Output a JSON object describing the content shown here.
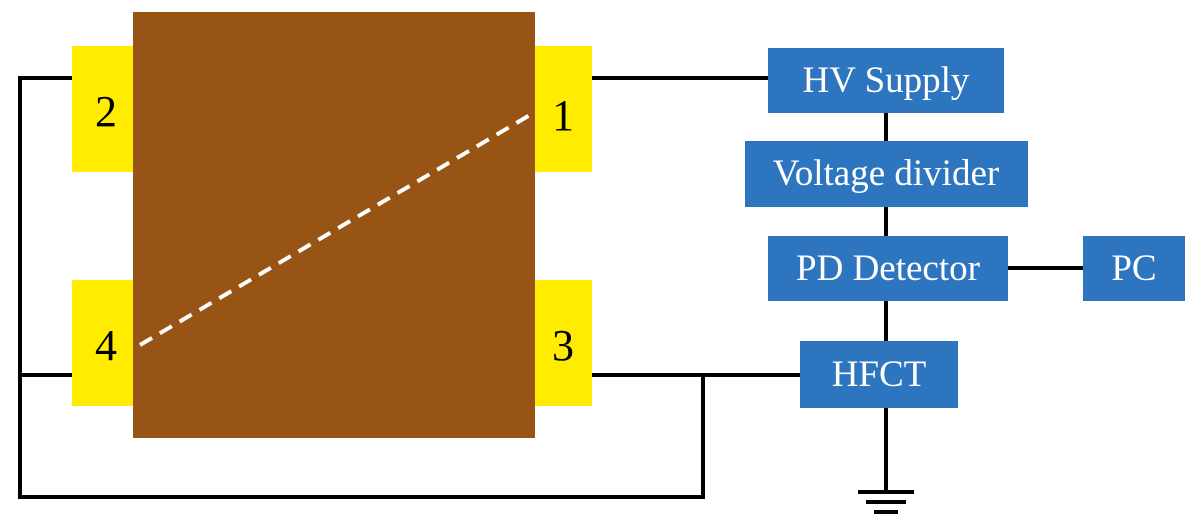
{
  "electrodes": {
    "e1": {
      "label": "1"
    },
    "e2": {
      "label": "2"
    },
    "e3": {
      "label": "3"
    },
    "e4": {
      "label": "4"
    }
  },
  "blocks": {
    "hv_supply": "HV Supply",
    "voltage_divider": "Voltage divider",
    "pd_detector": "PD Detector",
    "pc": "PC",
    "hfct": "HFCT"
  },
  "colors": {
    "sample": "#985414",
    "electrode": "#ffec00",
    "block": "#2e75c0",
    "block_text": "#ffffff",
    "wire": "#000000",
    "crack": "#ffffff"
  },
  "icons": {
    "ground": "ground-symbol-icon"
  }
}
